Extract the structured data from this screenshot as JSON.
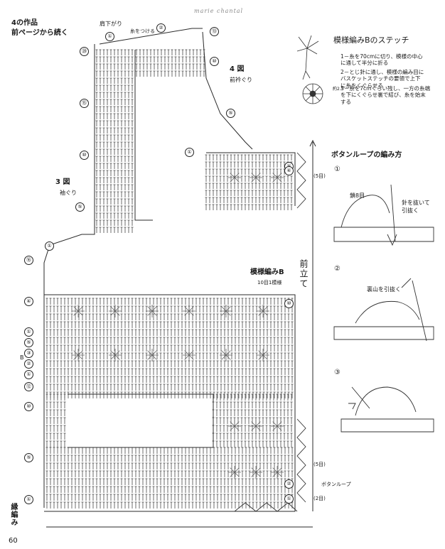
{
  "header": {
    "watermark": "marie chantal",
    "title": "4の作品",
    "subtitle": "前ページから続く",
    "shoulder": "肩下がり",
    "tie": "糸をつける"
  },
  "figures": {
    "fig4": "4 図",
    "fig4_sub": "前衿ぐり",
    "fig3": "3 図",
    "fig3_sub": "袖ぐり"
  },
  "pattern": {
    "name": "模様編みB",
    "repeat": "10目1模様",
    "front_band": "前立て",
    "rib": "縁編み",
    "button_loop": "ボタンループ",
    "rows_5": "(5目)",
    "rows_2": "(2目)",
    "b_label": "B"
  },
  "stitch_panel": {
    "title": "模様編みBのステッチ",
    "step1": "1－糸を70cmに切り、模様の中心\nに通して半分に折る",
    "step2": "2－とじ針に通し、模様の編み目に\nバスケットステッチの要領で上下\nに糸をくぐらせる",
    "step3": "3－糸を7cmくらい残し、一方の糸端\nを下にくぐらせ裏で結び、糸を始末\nする",
    "scale": "約2.5"
  },
  "loop_panel": {
    "title": "ボタンループの編み方",
    "step1_num": "①",
    "step1_label": "鎖8目",
    "step1_note": "針を抜いて\n引抜く",
    "step2_num": "②",
    "step2_label": "裏山を引抜く",
    "step3_num": "③"
  },
  "row_markers": {
    "top_1": "①",
    "top_2": "②",
    "top_13": "⑬",
    "top_10": "⑩",
    "top_5": "⑤",
    "top_1b": "①",
    "left_20": "⑳",
    "left_15": "⑮",
    "left_10": "⑩",
    "left_5": "⑤",
    "left_1": "①",
    "left_16": "⑯",
    "mid_4": "④",
    "mid_1": "①",
    "mid_5": "⑤",
    "mid_3": "③",
    "mid_2": "②",
    "mid_1b": "①",
    "mid_12": "⑫",
    "mid_10": "⑩",
    "mid_5b": "⑤",
    "mid_1c": "①",
    "right_10": "⑩",
    "right_5": "⑤",
    "right_1": "①",
    "right_4": "④",
    "right_2": "②"
  },
  "footer": {
    "page_number": "60"
  }
}
